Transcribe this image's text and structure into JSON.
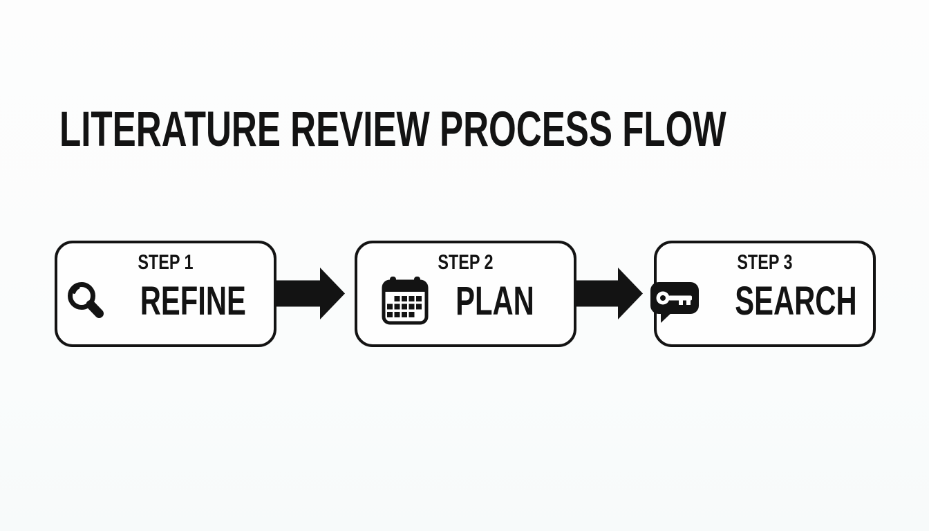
{
  "title": "LITERATURE REVIEW PROCESS FLOW",
  "colors": {
    "ink": "#131313",
    "background": "#fbfcfc",
    "box_fill": "#fefefe"
  },
  "steps": [
    {
      "step_label": "STEP 1",
      "name": "REFINE",
      "icon": "magnifying-glass-icon"
    },
    {
      "step_label": "STEP 2",
      "name": "PLAN",
      "icon": "calendar-icon"
    },
    {
      "step_label": "STEP 3",
      "name": "SEARCH",
      "icon": "keyword-key-icon"
    }
  ],
  "connectors": [
    {
      "icon": "arrow-right-icon"
    },
    {
      "icon": "arrow-right-icon"
    }
  ]
}
